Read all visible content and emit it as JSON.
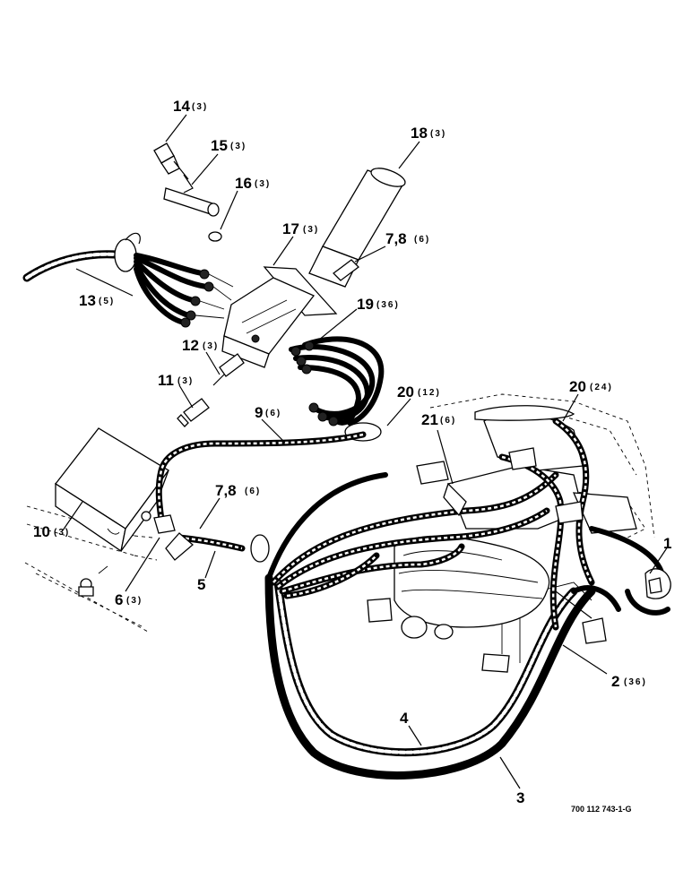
{
  "callouts": [
    {
      "num": "14",
      "qty": "(3)"
    },
    {
      "num": "15",
      "qty": "(3)"
    },
    {
      "num": "16",
      "qty": "(3)"
    },
    {
      "num": "18",
      "qty": "(3)"
    },
    {
      "num": "17",
      "qty": "(3)"
    },
    {
      "num": "7,8",
      "qty": "(6)"
    },
    {
      "num": "13",
      "qty": "(5)"
    },
    {
      "num": "19",
      "qty": "(36)"
    },
    {
      "num": "12",
      "qty": "(3)"
    },
    {
      "num": "11",
      "qty": "(3)"
    },
    {
      "num": "20",
      "qty": "(12)"
    },
    {
      "num": "20",
      "qty": "(24)"
    },
    {
      "num": "9",
      "qty": "(6)"
    },
    {
      "num": "21",
      "qty": "(6)"
    },
    {
      "num": "7,8",
      "qty": "(6)"
    },
    {
      "num": "10",
      "qty": "(3)"
    },
    {
      "num": "1",
      "qty": ""
    },
    {
      "num": "6",
      "qty": "(3)"
    },
    {
      "num": "5",
      "qty": ""
    },
    {
      "num": "2",
      "qty": "(36)"
    },
    {
      "num": "4",
      "qty": ""
    },
    {
      "num": "3",
      "qty": ""
    }
  ],
  "document_id": "700 112 743-1-G"
}
